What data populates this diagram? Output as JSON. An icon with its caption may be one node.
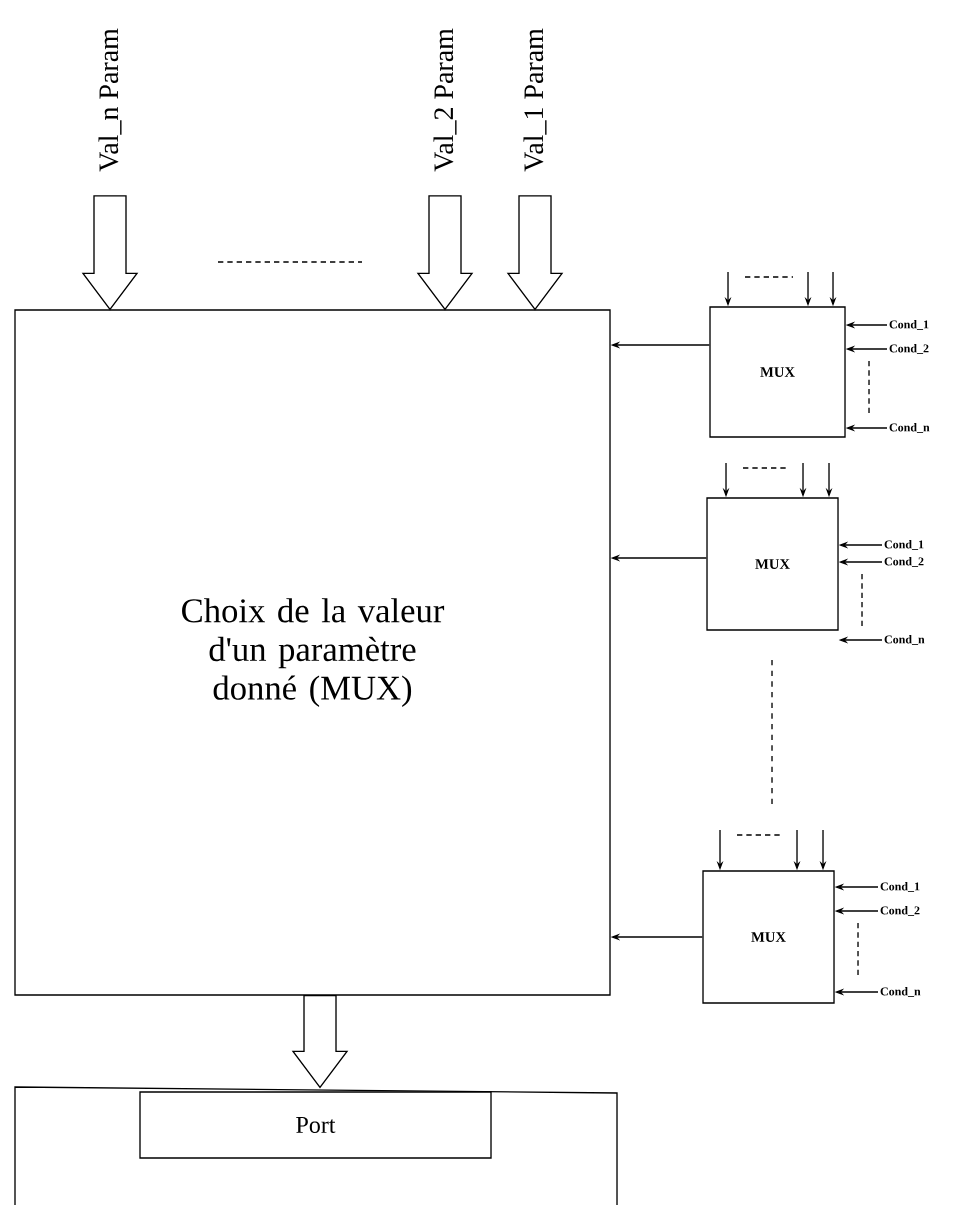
{
  "diagram": {
    "nodes": [
      {
        "text": [
          "Val_n Param"
        ]
      },
      {
        "text": [
          "Val_2 Param"
        ]
      },
      {
        "text": [
          "Val_1 Param"
        ]
      },
      {
        "text": [
          "Choix de la valeur d'un paramètre donné (MUX)"
        ]
      },
      {
        "text": [
          "MUX"
        ]
      },
      {
        "text": [
          "Cond_1"
        ]
      },
      {
        "text": [
          "Cond_2"
        ]
      },
      {
        "text": [
          "Cond_n"
        ]
      },
      {
        "text": [
          "MUX"
        ]
      },
      {
        "text": [
          "Cond_1"
        ]
      },
      {
        "text": [
          "Cond_2"
        ]
      },
      {
        "text": [
          "Cond_n"
        ]
      },
      {
        "text": [
          "MUX"
        ]
      },
      {
        "text": [
          "Cond_1"
        ]
      },
      {
        "text": [
          "Cond_2"
        ]
      },
      {
        "text": [
          "Cond_n"
        ]
      },
      {
        "text": [
          "Port"
        ]
      }
    ],
    "edges": [
      {
        "from": 0,
        "to": 3,
        "arrow": "to",
        "style": "thick"
      },
      {
        "from": 1,
        "to": 3,
        "arrow": "to",
        "style": "thick"
      },
      {
        "from": 2,
        "to": 3,
        "arrow": "to",
        "style": "thick"
      },
      {
        "from": 4,
        "to": 3,
        "arrow": "to"
      },
      {
        "from": 8,
        "to": 3,
        "arrow": "to"
      },
      {
        "from": 12,
        "to": 3,
        "arrow": "to"
      },
      {
        "from": 5,
        "to": 4,
        "arrow": "to"
      },
      {
        "from": 6,
        "to": 4,
        "arrow": "to"
      },
      {
        "from": 7,
        "to": 4,
        "arrow": "to"
      },
      {
        "from": 9,
        "to": 8,
        "arrow": "to"
      },
      {
        "from": 10,
        "to": 8,
        "arrow": "to"
      },
      {
        "from": 11,
        "to": 8,
        "arrow": "to"
      },
      {
        "from": 13,
        "to": 12,
        "arrow": "to"
      },
      {
        "from": 14,
        "to": 12,
        "arrow": "to"
      },
      {
        "from": 15,
        "to": 12,
        "arrow": "to"
      },
      {
        "from": null,
        "to": 4,
        "arrow": "to"
      },
      {
        "from": null,
        "to": 4,
        "arrow": "to"
      },
      {
        "from": null,
        "to": 4,
        "arrow": "to"
      },
      {
        "from": null,
        "to": 8,
        "arrow": "to"
      },
      {
        "from": null,
        "to": 8,
        "arrow": "to"
      },
      {
        "from": null,
        "to": 8,
        "arrow": "to"
      },
      {
        "from": null,
        "to": 12,
        "arrow": "to"
      },
      {
        "from": null,
        "to": 12,
        "arrow": "to"
      },
      {
        "from": null,
        "to": 12,
        "arrow": "to"
      },
      {
        "from": 3,
        "to": 16,
        "arrow": "to",
        "style": "thick"
      }
    ]
  }
}
